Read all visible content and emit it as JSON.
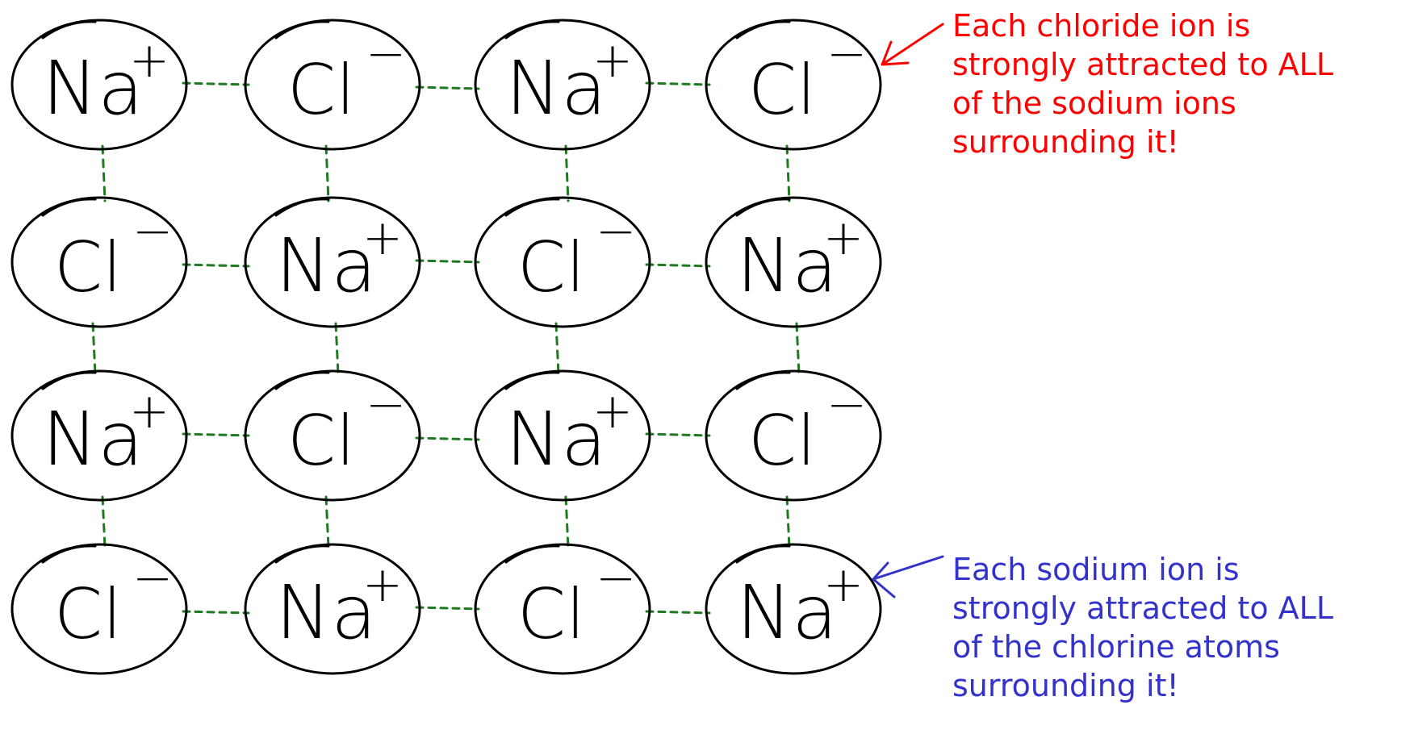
{
  "lattice": {
    "rows": [
      [
        "Na+",
        "Cl-",
        "Na+",
        "Cl-"
      ],
      [
        "Cl-",
        "Na+",
        "Cl-",
        "Na+"
      ],
      [
        "Na+",
        "Cl-",
        "Na+",
        "Cl-"
      ],
      [
        "Cl-",
        "Na+",
        "Cl-",
        "Na+"
      ]
    ],
    "labels": {
      "Na+": {
        "base": "Na",
        "charge": "+"
      },
      "Cl-": {
        "base": "Cl",
        "charge": "−"
      }
    }
  },
  "annotations": {
    "chloride": {
      "lines": [
        "Each chloride ion is",
        "strongly attracted to ALL",
        "of the sodium ions",
        "surrounding it!"
      ],
      "color": "#ff0000"
    },
    "sodium": {
      "lines": [
        "Each sodium ion is",
        "strongly attracted to ALL",
        "of the chlorine atoms",
        "surrounding it!"
      ],
      "color": "#3333cc"
    }
  },
  "colors": {
    "ion_outline": "#000000",
    "bond": "#1e7a1e",
    "background": "#ffffff"
  }
}
